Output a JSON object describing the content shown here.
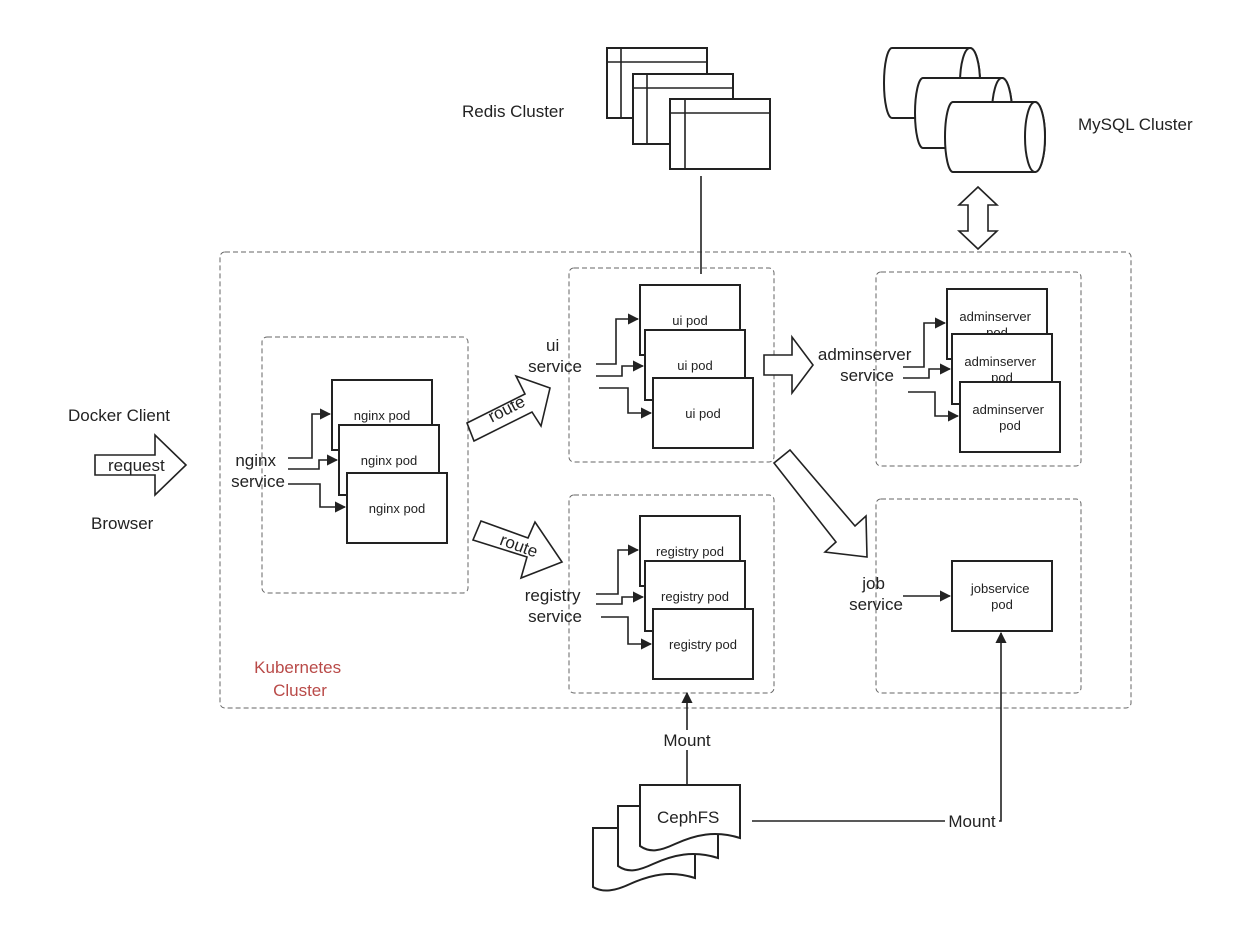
{
  "external": {
    "redis": "Redis Cluster",
    "mysql": "MySQL Cluster",
    "docker_client": "Docker Client",
    "request": "request",
    "browser": "Browser",
    "cephfs": "CephFS"
  },
  "cluster": {
    "label_line1": "Kubernetes",
    "label_line2": "Cluster",
    "label_color": "#b94a48"
  },
  "services": {
    "nginx": [
      "nginx",
      "service"
    ],
    "ui": [
      "ui",
      "service"
    ],
    "registry": [
      "registry",
      "service"
    ],
    "adminserver": [
      "adminserver",
      "service"
    ],
    "job": [
      "job",
      "service"
    ]
  },
  "pods": {
    "nginx": [
      "nginx pod",
      "nginx pod",
      "nginx pod"
    ],
    "ui": [
      "ui pod",
      "ui pod",
      "ui pod"
    ],
    "registry": [
      "registry pod",
      "registry pod",
      "registry pod"
    ],
    "adminserver": [
      [
        "adminserver",
        "pod"
      ],
      [
        "adminserver",
        "pod"
      ],
      [
        "adminserver",
        "pod"
      ]
    ],
    "jobservice": [
      "jobservice",
      "pod"
    ]
  },
  "edges": {
    "route_upper": "route",
    "route_lower": "route",
    "mount_registry": "Mount",
    "mount_jobservice": "Mount"
  }
}
